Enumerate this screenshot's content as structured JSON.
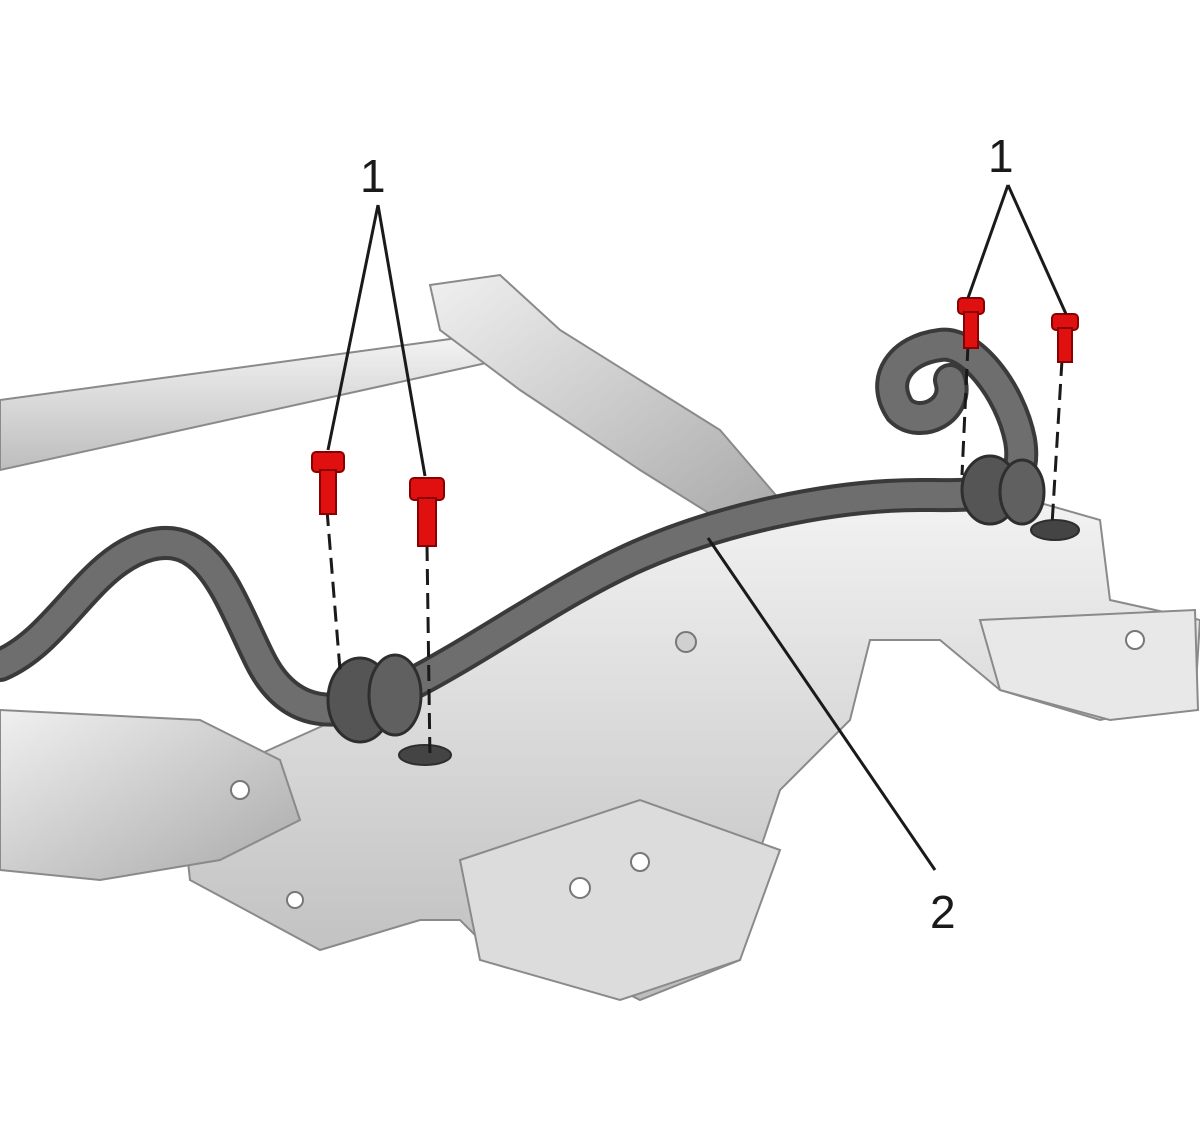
{
  "diagram": {
    "callouts": [
      {
        "id": "bolt-left",
        "label": "1"
      },
      {
        "id": "bolt-right",
        "label": "1"
      },
      {
        "id": "stabilizer-bar",
        "label": "2"
      }
    ],
    "colors": {
      "frame_light": "#ececec",
      "frame_mid": "#c9c9c9",
      "frame_edge": "#8a8a8a",
      "bar": "#6a6a6a",
      "bar_edge": "#3a3a3a",
      "bolt": "#e01010",
      "line": "#1a1a1a"
    }
  }
}
